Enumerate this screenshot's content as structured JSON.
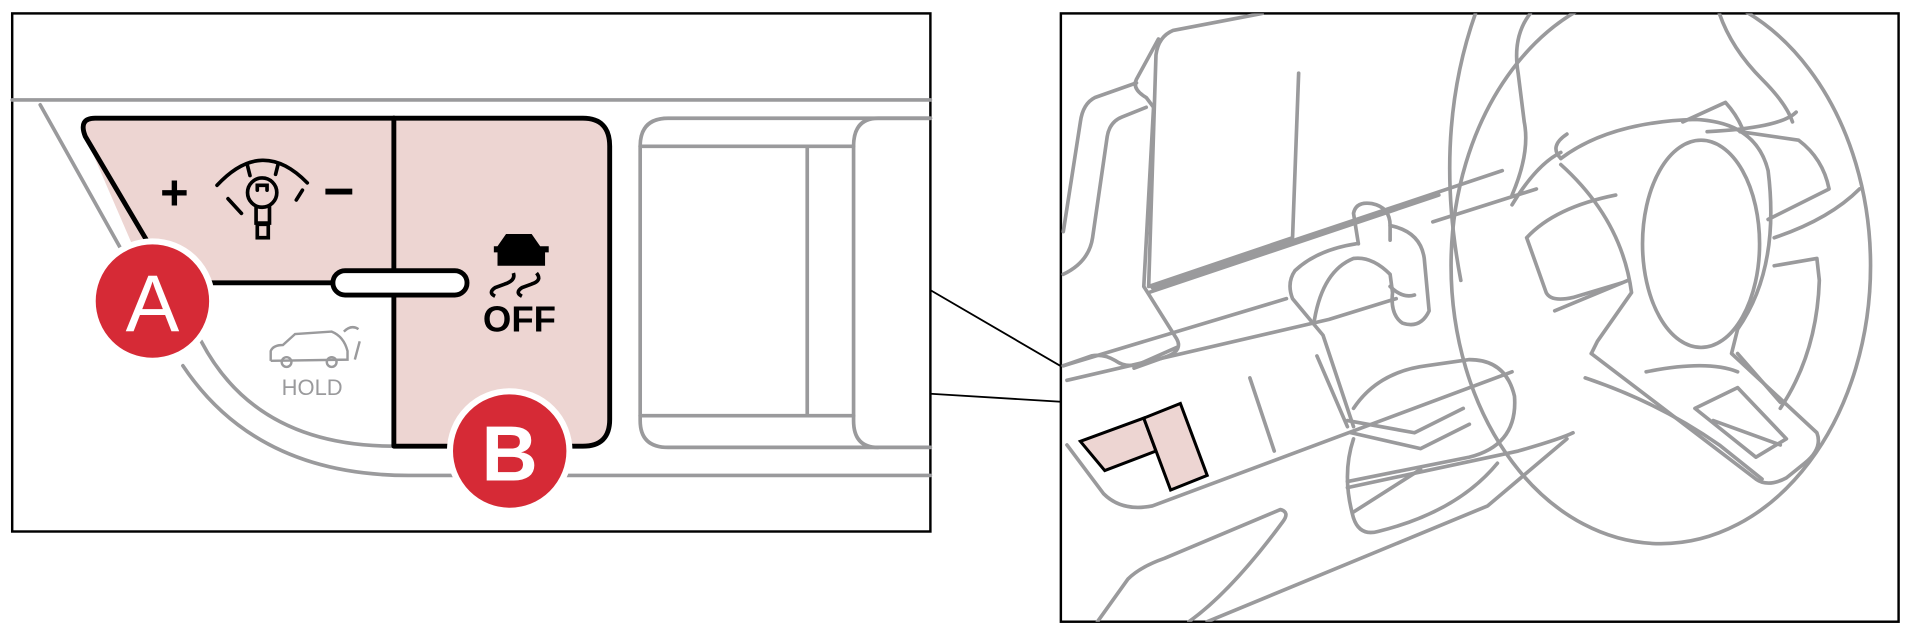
{
  "detail_view": {
    "button_a": {
      "callout": "A",
      "symbols": {
        "plus": "+",
        "minus": "−"
      },
      "icon": "headlight-level-icon"
    },
    "button_b": {
      "callout": "B",
      "label": "OFF",
      "icon": "traction-control-icon"
    },
    "hold_label": "HOLD",
    "hold_icon": "auto-hold-car-icon"
  },
  "overview": {
    "description_icon": "dashboard-steering-wheel"
  },
  "colors": {
    "callout_red": "#d62a36",
    "button_fill": "#edd5d2",
    "line_gray": "#9a9a9c"
  }
}
